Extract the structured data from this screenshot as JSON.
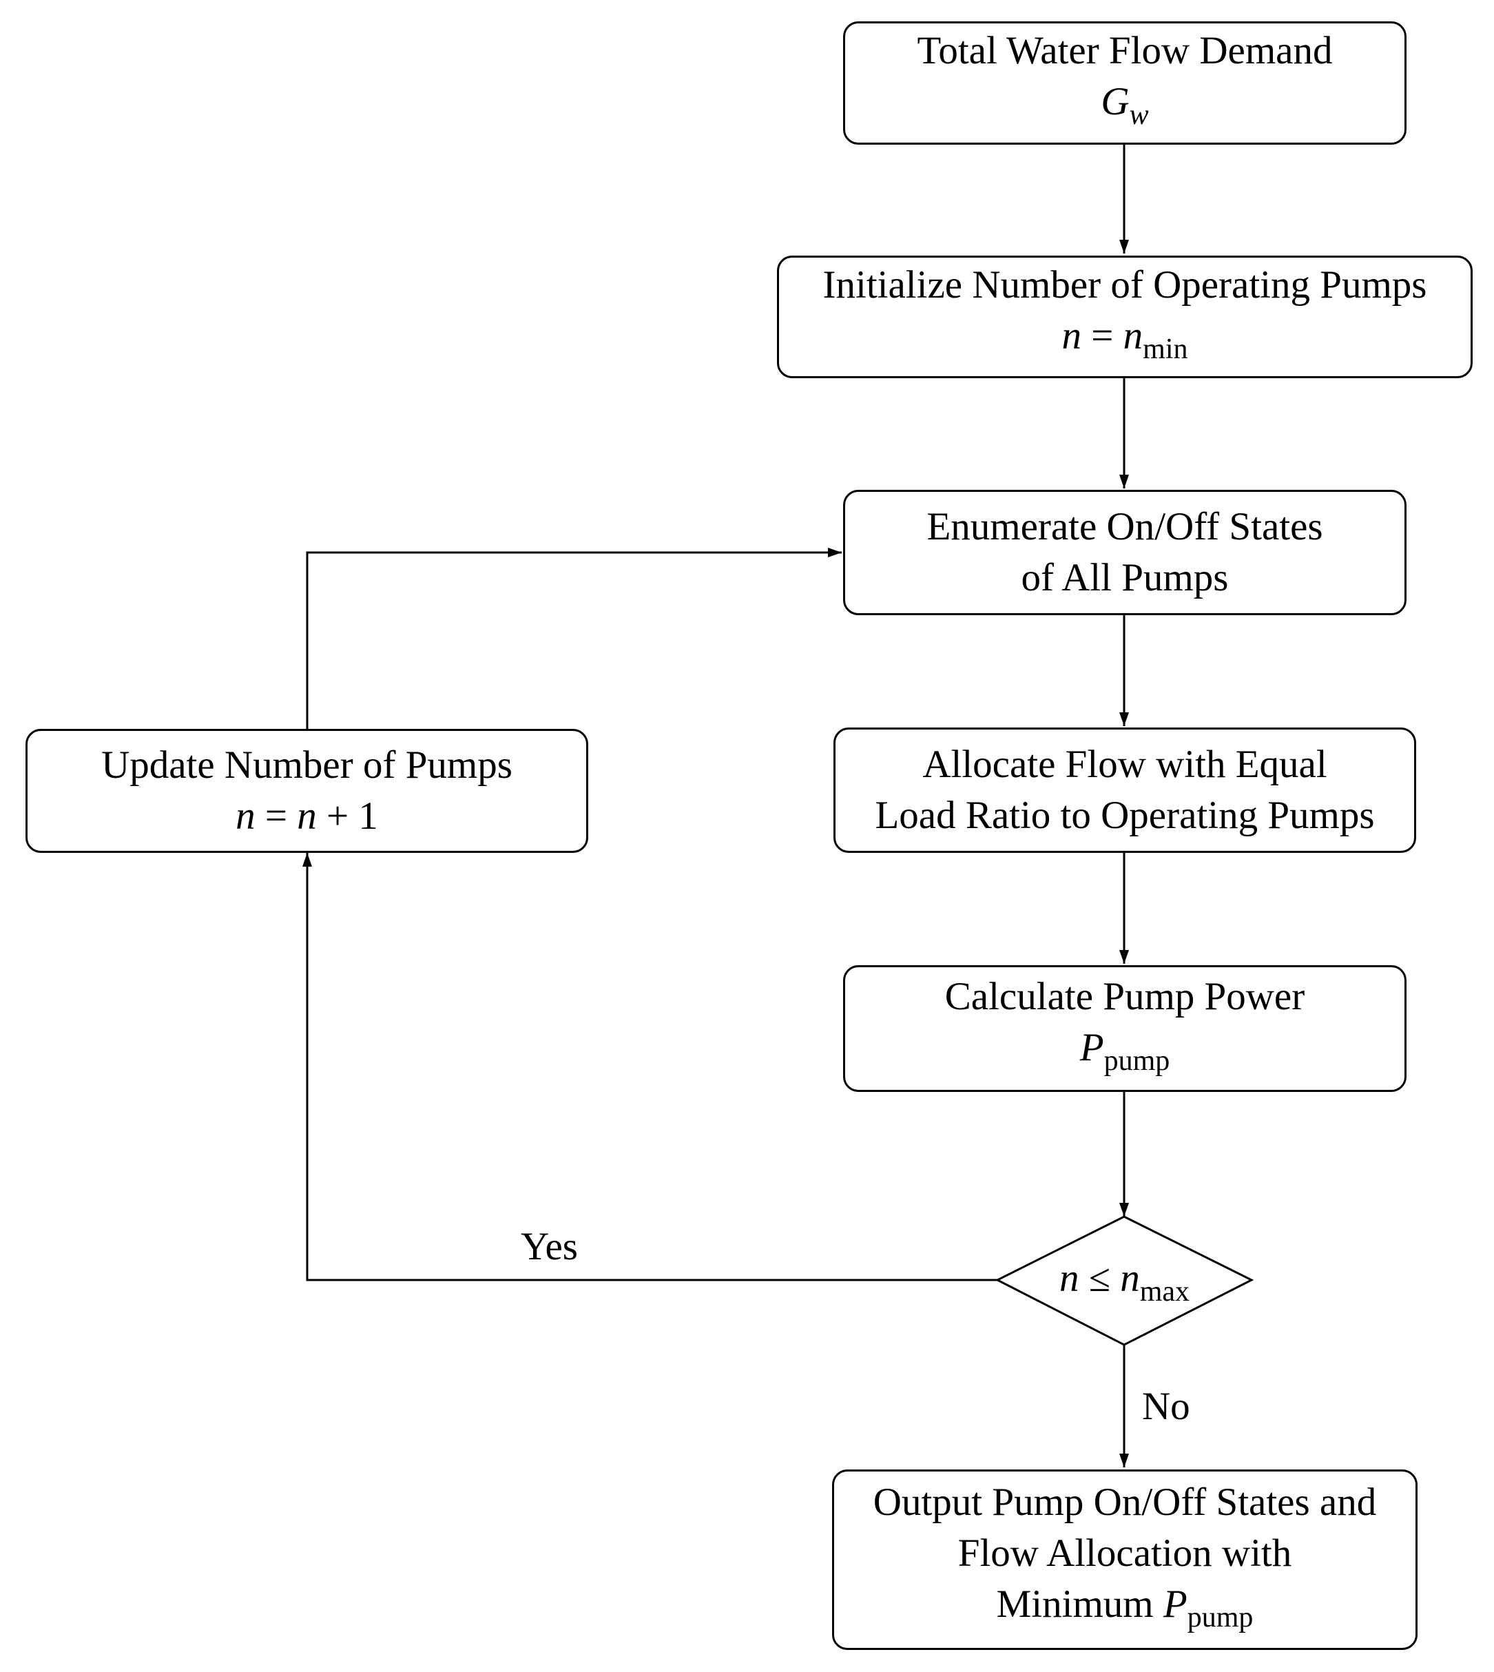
{
  "nodes": {
    "total_demand": {
      "line1": "Total Water Flow Demand",
      "var": "G",
      "var_sub": "w"
    },
    "initialize": {
      "line1": "Initialize Number of Operating Pumps",
      "var": "n",
      "op": "=",
      "rhs": "n",
      "rhs_sub": "min"
    },
    "enumerate": {
      "line1": "Enumerate On/Off States",
      "line2": "of All Pumps"
    },
    "allocate": {
      "line1": "Allocate Flow with Equal",
      "line2": "Load Ratio to Operating Pumps"
    },
    "calculate": {
      "line1": "Calculate Pump Power",
      "var": "P",
      "var_sub": "pump"
    },
    "update": {
      "line1": "Update Number of Pumps",
      "expr_n1": "n",
      "expr_eq": "=",
      "expr_n2": "n",
      "expr_plus": "+",
      "expr_one": "1"
    },
    "output": {
      "line1": "Output Pump On/Off States and",
      "line2": "Flow Allocation with",
      "line3_prefix": "Minimum",
      "var": "P",
      "var_sub": "pump"
    }
  },
  "decision": {
    "var": "n",
    "op": "≤",
    "rhs": "n",
    "rhs_sub": "max"
  },
  "edge_labels": {
    "yes": "Yes",
    "no": "No"
  }
}
